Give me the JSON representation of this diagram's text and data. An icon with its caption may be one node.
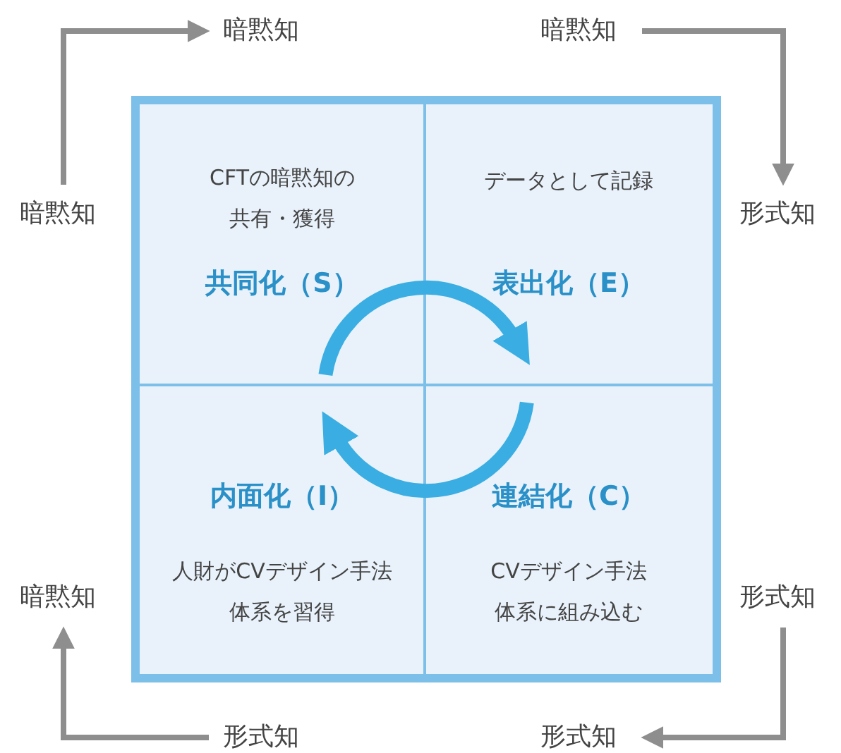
{
  "diagram": {
    "nodes": [
      {
        "text": [],
        "shape": "box"
      },
      {
        "text": [
          "CFTの暗黙知の共有・獲得",
          "共同化（S）"
        ],
        "in": 0
      },
      {
        "text": [
          "データとして記録",
          "表出化（E）"
        ],
        "in": 0
      },
      {
        "text": [
          "内面化（I）",
          "人財がCVデザイン手法体系を習得"
        ],
        "in": 0
      },
      {
        "text": [
          "連結化（C）",
          "CVデザイン手法体系に組み込む"
        ],
        "in": 0
      },
      {
        "text": [
          "暗黙知"
        ]
      },
      {
        "text": [
          "暗黙知"
        ]
      },
      {
        "text": [
          "暗黙知"
        ]
      },
      {
        "text": [
          "形式知"
        ]
      },
      {
        "text": [
          "暗黙知"
        ]
      },
      {
        "text": [
          "形式知"
        ]
      },
      {
        "text": [
          "形式知"
        ]
      },
      {
        "text": [
          "形式知"
        ]
      }
    ],
    "edges": [
      {
        "from": 7,
        "to": 5,
        "arrow": "to"
      },
      {
        "from": 6,
        "to": 8,
        "arrow": "to"
      },
      {
        "from": 10,
        "to": 12,
        "arrow": "to"
      },
      {
        "from": 11,
        "to": 9,
        "arrow": "to"
      },
      {
        "from": 1,
        "to": 2,
        "arrow": "to",
        "style": "thick",
        "color": "#3aaee2"
      },
      {
        "from": 4,
        "to": 3,
        "arrow": "to",
        "style": "thick",
        "color": "#3aaee2"
      }
    ]
  }
}
